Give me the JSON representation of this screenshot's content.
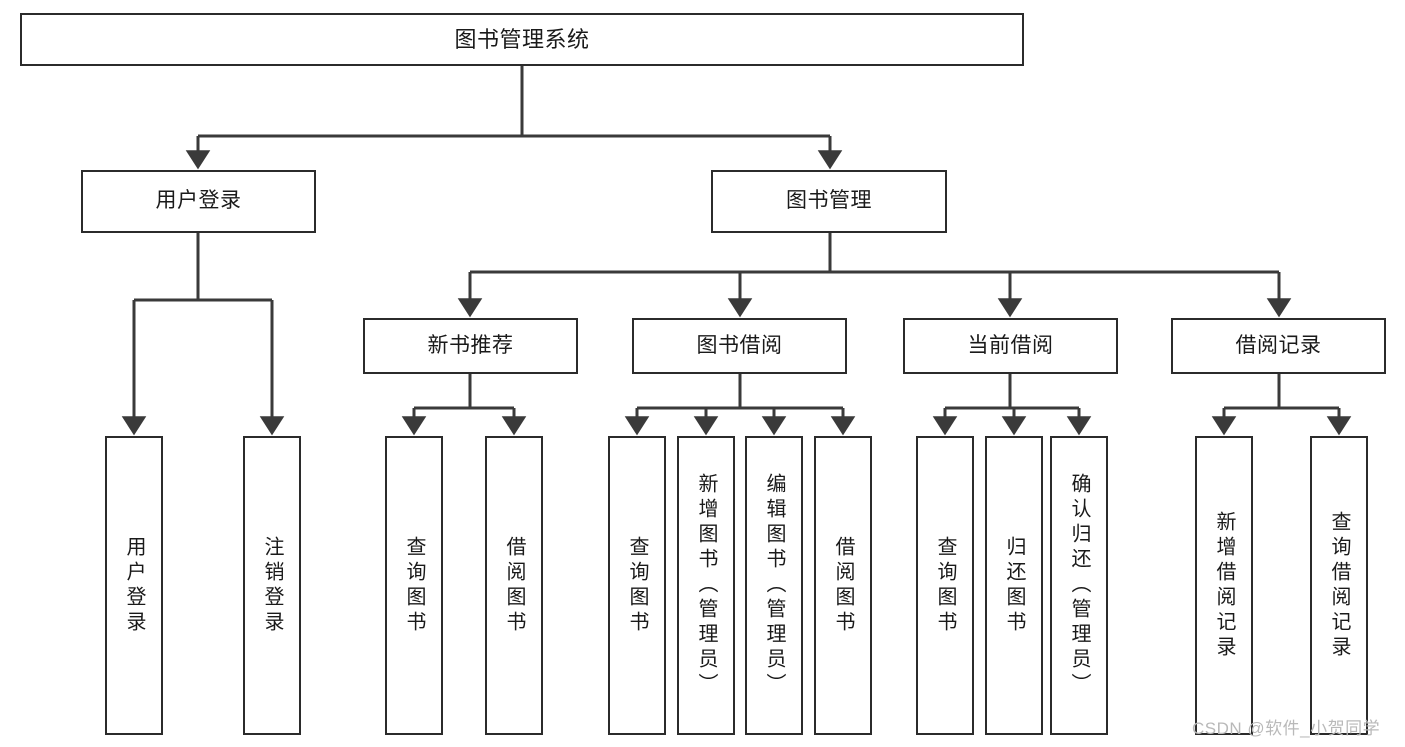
{
  "diagram": {
    "type": "tree-hierarchy-chart",
    "root": {
      "label": "图书管理系统"
    },
    "level2": [
      {
        "label": "用户登录"
      },
      {
        "label": "图书管理"
      }
    ],
    "level3": [
      {
        "label": "新书推荐"
      },
      {
        "label": "图书借阅"
      },
      {
        "label": "当前借阅"
      },
      {
        "label": "借阅记录"
      }
    ],
    "leaves": {
      "user_login": [
        {
          "label": "用户登录"
        },
        {
          "label": "注销登录"
        }
      ],
      "new_book_recommend": [
        {
          "label": "查询图书"
        },
        {
          "label": "借阅图书"
        }
      ],
      "book_borrow": [
        {
          "label": "查询图书"
        },
        {
          "label": "新增图书（管理员）"
        },
        {
          "label": "编辑图书（管理员）"
        },
        {
          "label": "借阅图书"
        }
      ],
      "current_borrow": [
        {
          "label": "查询图书"
        },
        {
          "label": "归还图书"
        },
        {
          "label": "确认归还（管理员）"
        }
      ],
      "borrow_record": [
        {
          "label": "新增借阅记录"
        },
        {
          "label": "查询借阅记录"
        }
      ]
    }
  },
  "watermark": {
    "text": "CSDN @软件_小贺同学"
  },
  "colors": {
    "box_border": "#2b2b2b",
    "box_fill": "#ffffff",
    "connector": "#3a3a3a",
    "text": "#1a1a1a",
    "watermark": "#b9b9b9"
  }
}
